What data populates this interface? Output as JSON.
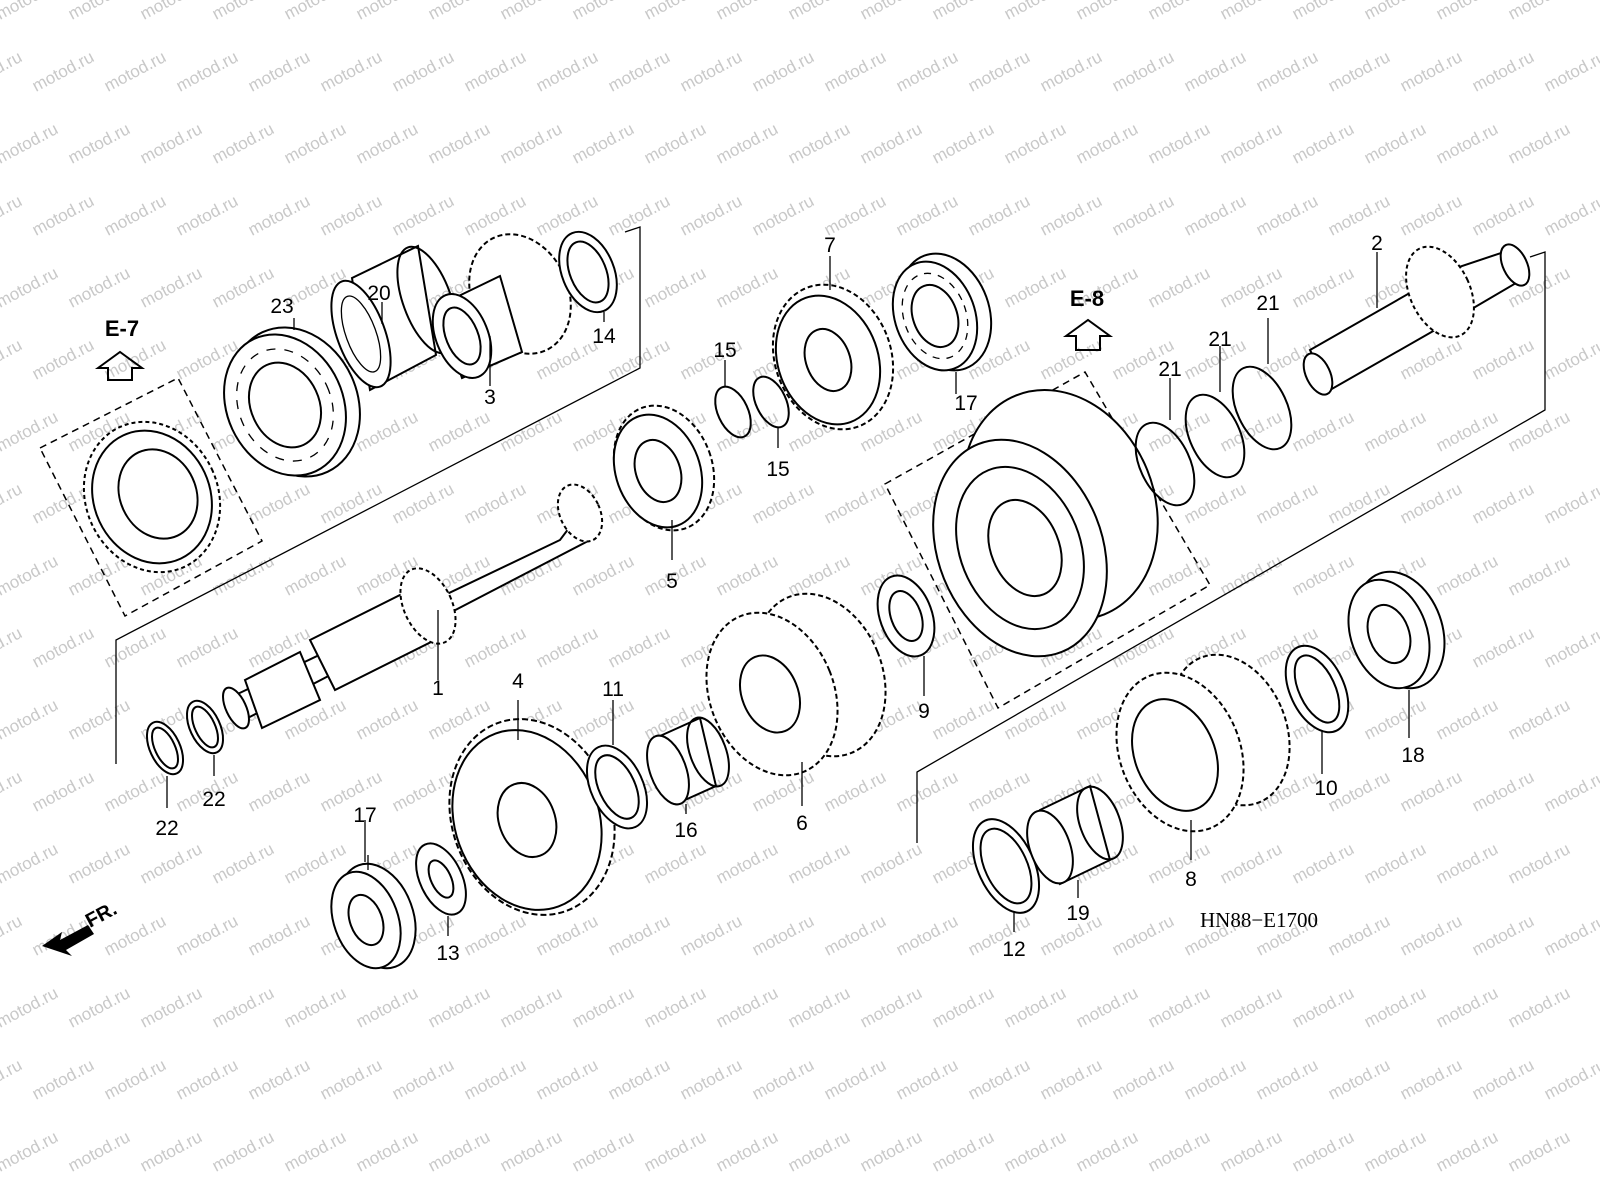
{
  "watermark": "motod.ru",
  "diagram_code": "HN88−E1700",
  "front_indicator": "FR.",
  "sections": [
    {
      "id": "e7",
      "label": "E-7"
    },
    {
      "id": "e8",
      "label": "E-8"
    }
  ],
  "callouts": [
    "1",
    "2",
    "3",
    "4",
    "5",
    "6",
    "7",
    "8",
    "9",
    "10",
    "11",
    "12",
    "13",
    "14",
    "15",
    "15",
    "16",
    "17",
    "17",
    "18",
    "19",
    "20",
    "21",
    "21",
    "21",
    "22",
    "22",
    "23"
  ]
}
